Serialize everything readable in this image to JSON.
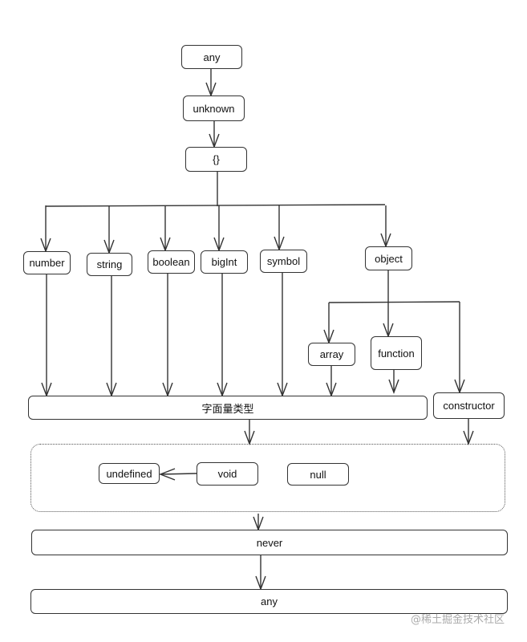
{
  "nodes": {
    "any_top": "any",
    "unknown": "unknown",
    "empty_object": "{}",
    "number": "number",
    "string": "string",
    "boolean": "boolean",
    "bigint": "bigInt",
    "symbol": "symbol",
    "object": "object",
    "array": "array",
    "function": "function",
    "literal_types": "字面量类型",
    "constructor": "constructor",
    "undefined": "undefined",
    "void": "void",
    "null": "null",
    "never": "never",
    "any_bottom": "any"
  },
  "watermark": "@稀土掘金技术社区"
}
